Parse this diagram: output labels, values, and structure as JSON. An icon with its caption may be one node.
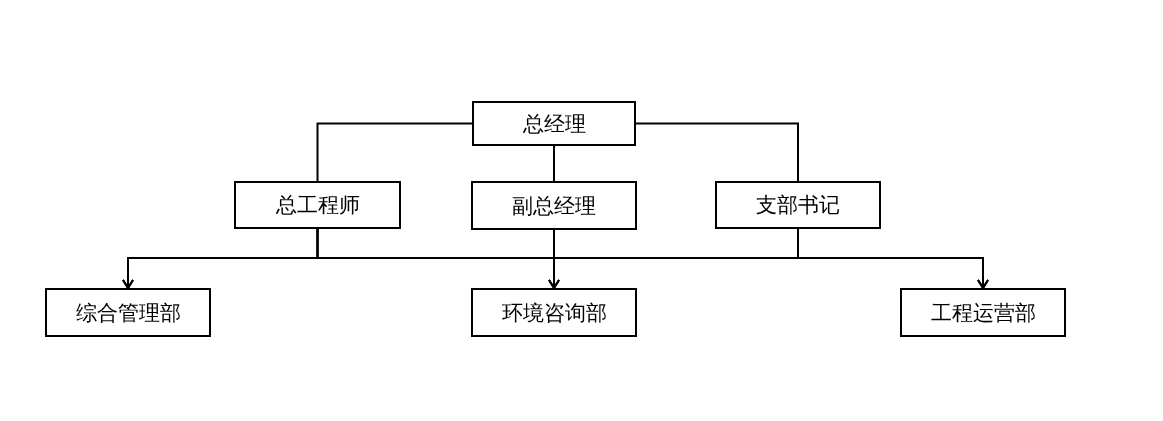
{
  "diagram": {
    "nodes": [
      {
        "text": [
          "总经理"
        ]
      },
      {
        "text": [
          "总工程师"
        ]
      },
      {
        "text": [
          "副总经理"
        ]
      },
      {
        "text": [
          "支部书记"
        ]
      },
      {
        "text": [
          "综合管理部"
        ]
      },
      {
        "text": [
          "环境咨询部"
        ]
      },
      {
        "text": [
          "工程运营部"
        ]
      }
    ],
    "edges": [
      {
        "from": 0,
        "to": 1,
        "arrow": "none"
      },
      {
        "from": 0,
        "to": 2,
        "arrow": "none"
      },
      {
        "from": 0,
        "to": 3,
        "arrow": "none"
      },
      {
        "from": 1,
        "to": 4,
        "arrow": "to"
      },
      {
        "from": 1,
        "to": 5,
        "arrow": "to"
      },
      {
        "from": 1,
        "to": 6,
        "arrow": "to"
      },
      {
        "from": 2,
        "to": 4,
        "arrow": "to"
      },
      {
        "from": 2,
        "to": 5,
        "arrow": "to"
      },
      {
        "from": 2,
        "to": 6,
        "arrow": "to"
      },
      {
        "from": 3,
        "to": 4,
        "arrow": "to"
      },
      {
        "from": 3,
        "to": 5,
        "arrow": "to"
      },
      {
        "from": 3,
        "to": 6,
        "arrow": "to"
      }
    ]
  }
}
